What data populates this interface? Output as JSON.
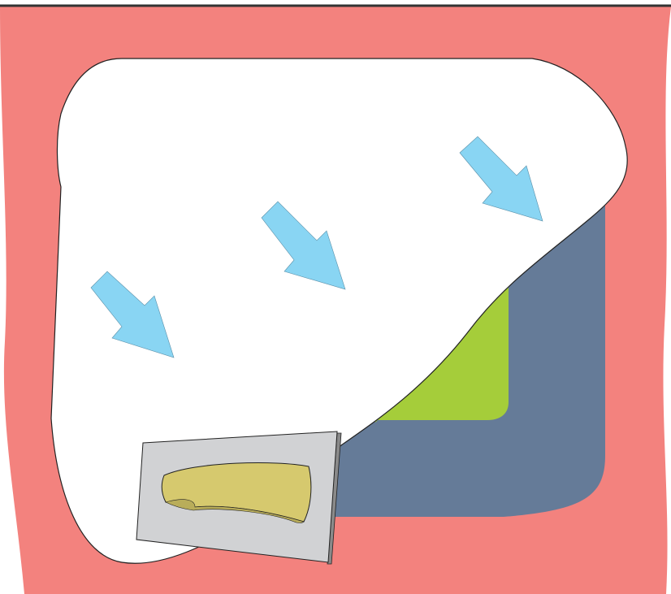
{
  "diagram": {
    "colors": {
      "background_frame": "#f3827e",
      "white_region": "#ffffff",
      "blue_layer": "#657b98",
      "green_layer": "#a5cd3a",
      "arrow_fill": "#89d5f3",
      "arrow_stroke": "#5a8fa8",
      "tool_plate": "#d1d2d4",
      "tool_plate_edge": "#8a8a8a",
      "tool_grip": "#d6c96e",
      "outline": "#222222",
      "top_rule": "#333333"
    },
    "arrows": [
      {
        "id": "left",
        "direction": "down-right",
        "icon": "arrow-icon"
      },
      {
        "id": "middle",
        "direction": "down-right",
        "icon": "arrow-icon"
      },
      {
        "id": "right",
        "direction": "down-right",
        "icon": "arrow-icon"
      }
    ],
    "tool": {
      "icon": "trowel-icon"
    }
  }
}
